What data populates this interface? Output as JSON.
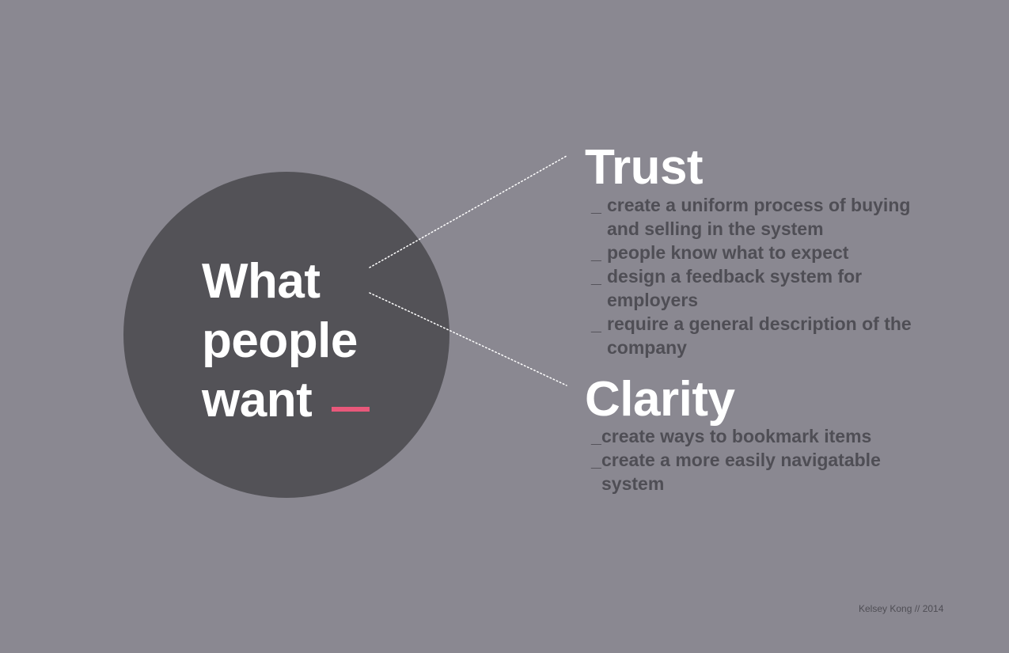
{
  "colors": {
    "background": "#8a8891",
    "circle": "#535257",
    "accent": "#e8587a",
    "heading": "#ffffff",
    "body_text": "#4f4e55"
  },
  "center": {
    "lines": [
      "What",
      "people",
      "want"
    ]
  },
  "trust": {
    "title": "Trust",
    "bullet_marker": "_",
    "items": [
      "create a uniform process of buying and selling in the system",
      "people know what to expect",
      "design a feedback system for employers",
      "require a general description of the company"
    ]
  },
  "clarity": {
    "title": "Clarity",
    "bullet_marker": "_",
    "items": [
      "create ways to bookmark items",
      "create a more easily navigatable system"
    ]
  },
  "credit": {
    "text": "Kelsey Kong  // 2014"
  }
}
